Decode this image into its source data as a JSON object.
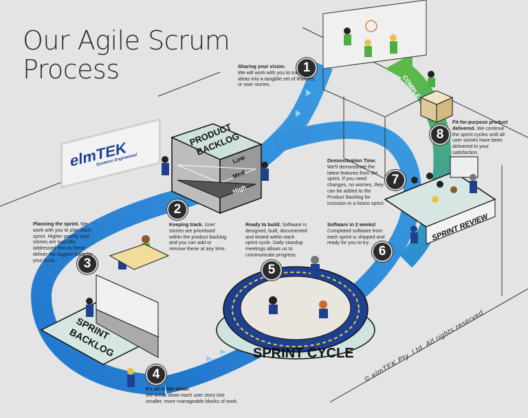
{
  "title": {
    "line1": "Our Agile Scrum",
    "line2": "Process"
  },
  "logo": {
    "name": "elmTEK",
    "tagline": "Systems Engineered"
  },
  "stations": {
    "product_backlog": {
      "label_line1": "PRODUCT",
      "label_line2": "BACKLOG",
      "shelves": [
        "Low",
        "Med",
        "High"
      ]
    },
    "sprint_backlog": {
      "label_line1": "SPRINT",
      "label_line2": "BACKLOG"
    },
    "sprint_cycle": {
      "label": "SPRINT CYCLE"
    },
    "sprint_review": {
      "label": "SPRINT REVIEW"
    },
    "complete_arrow": {
      "label": "COMPLETE"
    }
  },
  "steps": [
    {
      "number": "1",
      "heading": "Sharing your vision.",
      "body": "We will work with you to transform ideas into a tangible set of features, or user stories."
    },
    {
      "number": "2",
      "heading": "Keeping track.",
      "body": "User stories are prioritised within the product backlog and you can add or remove these at any time."
    },
    {
      "number": "3",
      "heading": "Planning the sprint.",
      "body": "We work with you to plan each sprint. Higher priority user stories are typically addressed first as these deliver the biggest bang for your buck."
    },
    {
      "number": "4",
      "heading": "It's all in the detail.",
      "body": "We break down each user story into smaller, more manageable blocks of work."
    },
    {
      "number": "5",
      "heading": "Ready to build.",
      "body": "Software is designed, built, documented and tested within each sprint cycle. Daily standup meetings allows us to communicate progress."
    },
    {
      "number": "6",
      "heading": "Software in 2 weeks!",
      "body": "Completed software from each sprint is shipped and ready for you to try."
    },
    {
      "number": "7",
      "heading": "Demonstration Time.",
      "body": "We'll demonstrate the latest features from the sprint. If you need changes, no worries, they can be added to the Product Backlog for inclusion in a future sprint."
    },
    {
      "number": "8",
      "heading": "Fit-for-purpose product delivered.",
      "body": "We continue the sprint cycles until all user stories have been delivered to your satisfaction."
    }
  ],
  "copyright": "© elmTEK Pty. Ltd. All rights reserved",
  "colors": {
    "background": "#e4e4e4",
    "path_blue": "#2a7fd4",
    "path_blue_light": "#5aa8e8",
    "complete_green": "#5cb848",
    "brand_navy": "#1f3f8f",
    "badge_dark": "#2b2b2b",
    "shirt_green": "#4caf3f"
  }
}
